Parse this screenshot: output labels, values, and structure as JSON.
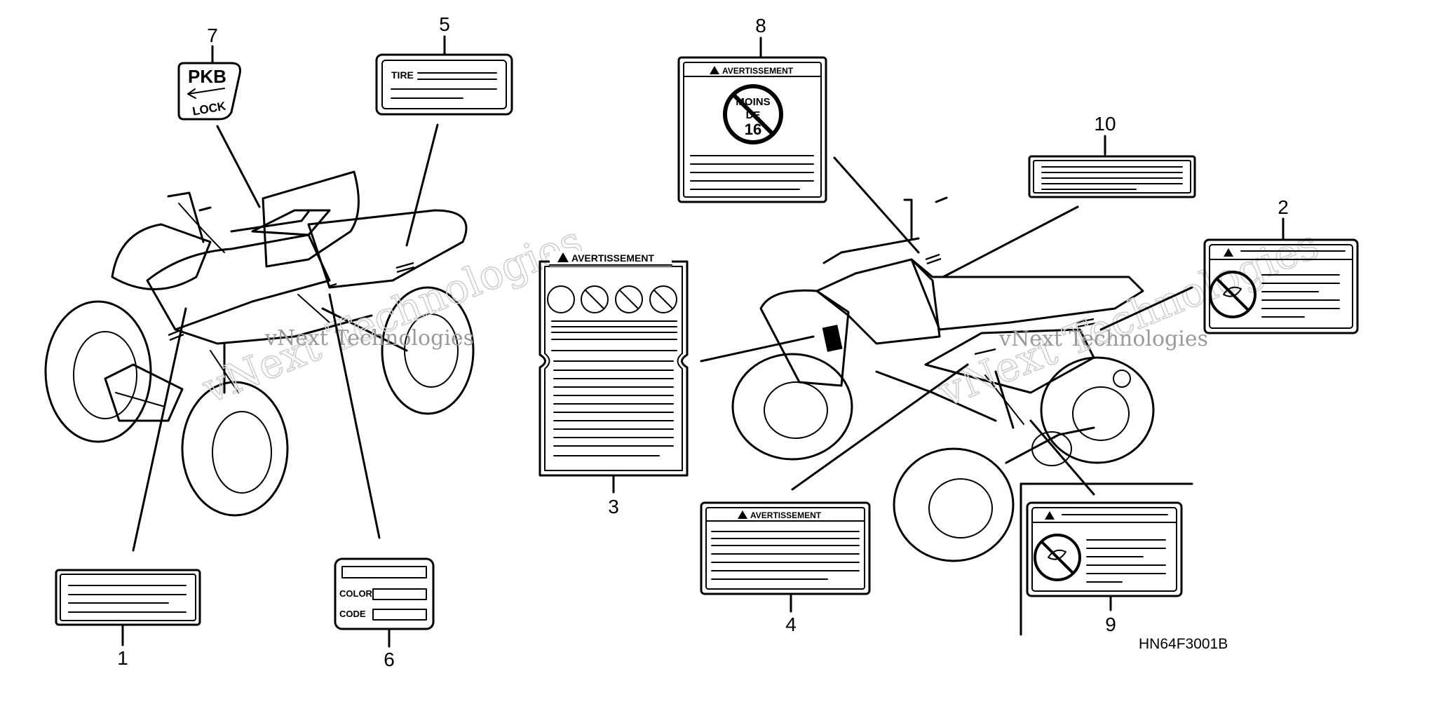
{
  "diagram": {
    "part_code": "HN64F3001B",
    "watermark": "vNext Technologies",
    "callouts": [
      "1",
      "2",
      "3",
      "4",
      "5",
      "6",
      "7",
      "8",
      "9",
      "10"
    ],
    "labels": {
      "tire_label": "TIRE",
      "color_label": "COLOR",
      "code_label": "CODE",
      "parking_brake_top": "PKB",
      "parking_brake_bottom": "LOCK",
      "warning_title": "AVERTISSEMENT",
      "age_line1": "MOINS",
      "age_line2": "DE",
      "age_line3": "16"
    }
  }
}
